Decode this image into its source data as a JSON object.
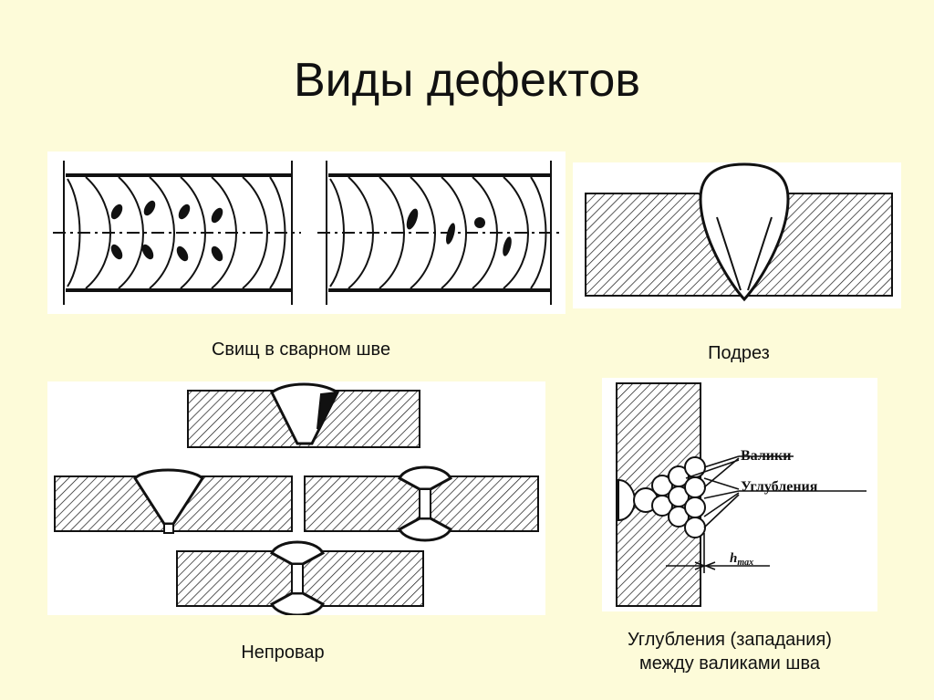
{
  "slide": {
    "title": "Виды дефектов"
  },
  "captions": {
    "fistula": "Свищ в сварном шве",
    "undercut": "Подрез",
    "lack_of_penetration": "Непровар",
    "depressions_line1": "Углубления (западания)",
    "depressions_line2": "между валиками шва"
  },
  "labels": {
    "beads": "Валики",
    "depressions": "Углубления",
    "hmax_h": "h",
    "hmax_sub": "max"
  },
  "colors": {
    "background": "#fdfbd9",
    "panel": "#ffffff",
    "ink": "#111111"
  }
}
